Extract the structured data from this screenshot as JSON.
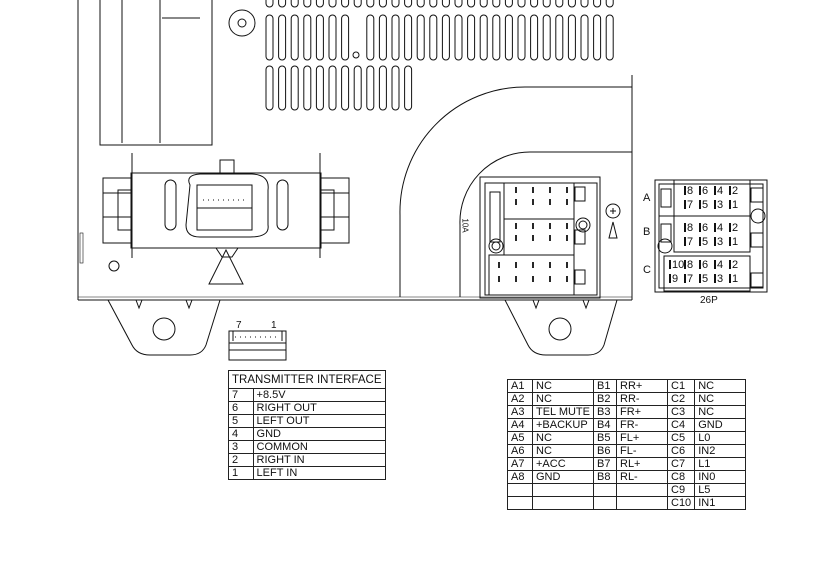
{
  "labels": {
    "fuse": "10A",
    "connector_26p": "26P",
    "row_a": "A",
    "row_b": "B",
    "row_c": "C",
    "tx_pin_first": "7",
    "tx_pin_last": "1"
  },
  "connector_26p_pins": {
    "a_top": [
      "8",
      "6",
      "4",
      "2"
    ],
    "a_bottom": [
      "7",
      "5",
      "3",
      "1"
    ],
    "b_top": [
      "8",
      "6",
      "4",
      "2"
    ],
    "b_bottom": [
      "7",
      "5",
      "3",
      "1"
    ],
    "c_top": [
      "10",
      "8",
      "6",
      "4",
      "2"
    ],
    "c_bottom": [
      "9",
      "7",
      "5",
      "3",
      "1"
    ]
  },
  "transmitter_table": {
    "title": "TRANSMITTER INTERFACE",
    "rows": [
      {
        "pin": "7",
        "signal": "+8.5V"
      },
      {
        "pin": "6",
        "signal": "RIGHT OUT"
      },
      {
        "pin": "5",
        "signal": "LEFT OUT"
      },
      {
        "pin": "4",
        "signal": "GND"
      },
      {
        "pin": "3",
        "signal": "COMMON"
      },
      {
        "pin": "2",
        "signal": "RIGHT IN"
      },
      {
        "pin": "1",
        "signal": "LEFT IN"
      }
    ]
  },
  "pinout_table": {
    "rows": [
      [
        "A1",
        "NC",
        "B1",
        "RR+",
        "C1",
        "NC"
      ],
      [
        "A2",
        "NC",
        "B2",
        "RR-",
        "C2",
        "NC"
      ],
      [
        "A3",
        "TEL MUTE",
        "B3",
        "FR+",
        "C3",
        "NC"
      ],
      [
        "A4",
        "+BACKUP",
        "B4",
        "FR-",
        "C4",
        "GND"
      ],
      [
        "A5",
        "NC",
        "B5",
        "FL+",
        "C5",
        "L0"
      ],
      [
        "A6",
        "NC",
        "B6",
        "FL-",
        "C6",
        "IN2"
      ],
      [
        "A7",
        "+ACC",
        "B7",
        "RL+",
        "C7",
        "L1"
      ],
      [
        "A8",
        "GND",
        "B8",
        "RL-",
        "C8",
        "IN0"
      ],
      [
        "",
        "",
        "",
        "",
        "C9",
        "L5"
      ],
      [
        "",
        "",
        "",
        "",
        "C10",
        "IN1"
      ]
    ]
  }
}
